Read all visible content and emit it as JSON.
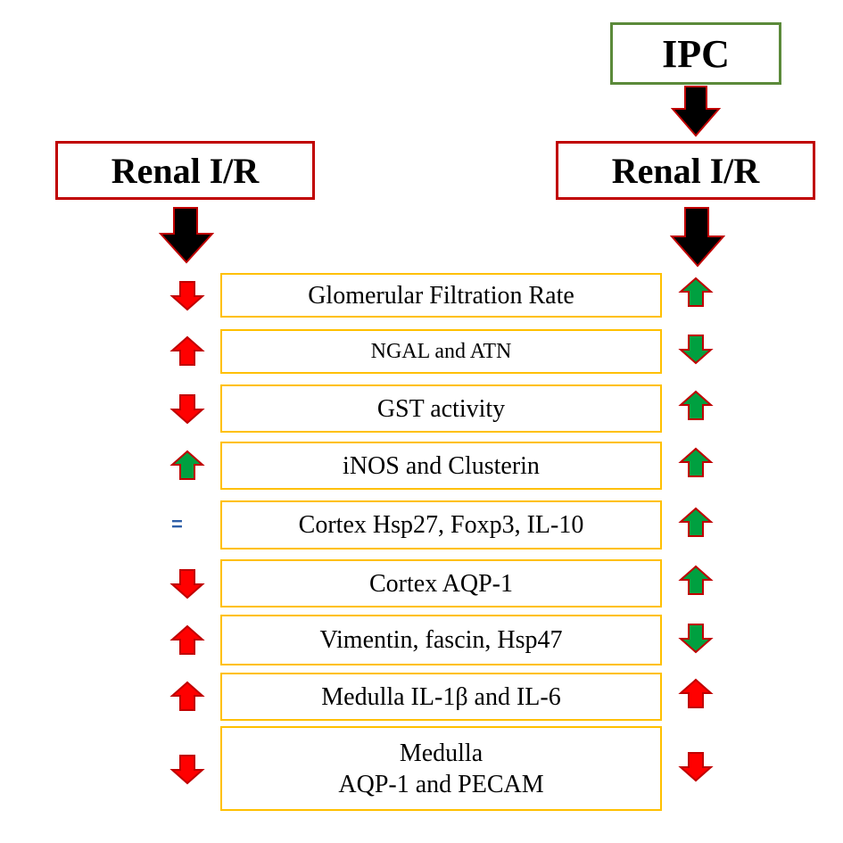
{
  "header": {
    "ipc_label": "IPC",
    "left_title": "Renal I/R",
    "right_title": "Renal I/R"
  },
  "colors": {
    "ipc_border": "#5b8a3a",
    "ir_border": "#c00000",
    "row_border": "#ffc000",
    "arrow_red": "#ff0000",
    "arrow_green": "#00a040",
    "equal_sign": "#2e5fa8"
  },
  "rows": [
    {
      "label": "Glomerular Filtration Rate",
      "left": "down-red",
      "right": "up-green"
    },
    {
      "label": "NGAL and ATN",
      "left": "up-red",
      "right": "down-green"
    },
    {
      "label": "GST activity",
      "left": "down-red",
      "right": "up-green"
    },
    {
      "label": "iNOS and Clusterin",
      "left": "up-green",
      "right": "up-green"
    },
    {
      "label": "Cortex Hsp27, Foxp3, IL-10",
      "left": "equal",
      "right": "up-green"
    },
    {
      "label": "Cortex AQP-1",
      "left": "down-red",
      "right": "up-green"
    },
    {
      "label": "Vimentin, fascin, Hsp47",
      "left": "up-red",
      "right": "down-green"
    },
    {
      "label": "Medulla IL-1β and IL-6",
      "left": "up-red",
      "right": "up-red"
    },
    {
      "label_line1": "Medulla",
      "label_line2": "AQP-1 and PECAM",
      "left": "down-red",
      "right": "down-red"
    }
  ],
  "equal_symbol": "="
}
